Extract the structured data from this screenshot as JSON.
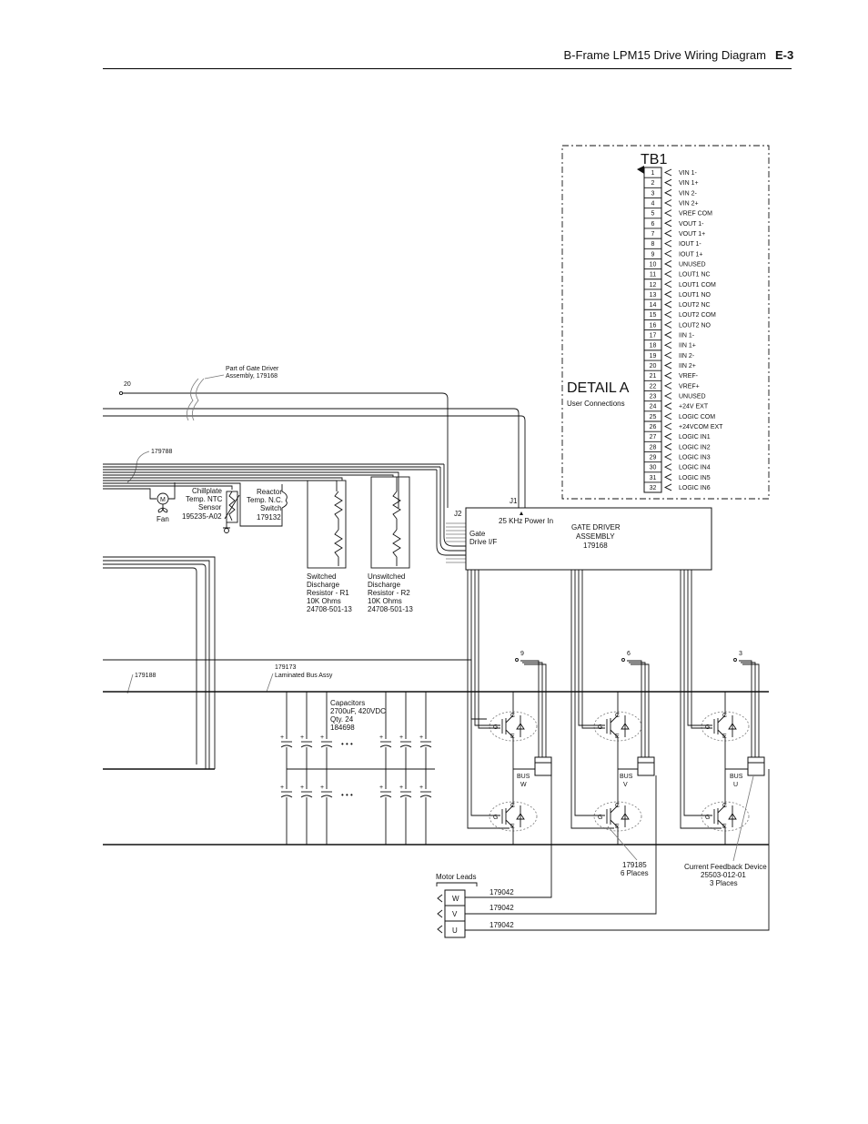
{
  "header": {
    "title": "B-Frame LPM15 Drive Wiring Diagram",
    "page": "E-3"
  },
  "detail": {
    "tb_label": "TB1",
    "title": "DETAIL A",
    "subtitle": "User Connections",
    "terminals": [
      {
        "num": "1",
        "label": "VIN 1-"
      },
      {
        "num": "2",
        "label": "VIN 1+"
      },
      {
        "num": "3",
        "label": "VIN 2-"
      },
      {
        "num": "4",
        "label": "VIN 2+"
      },
      {
        "num": "5",
        "label": "VREF COM"
      },
      {
        "num": "6",
        "label": "VOUT 1-"
      },
      {
        "num": "7",
        "label": "VOUT 1+"
      },
      {
        "num": "8",
        "label": "IOUT 1-"
      },
      {
        "num": "9",
        "label": "IOUT 1+"
      },
      {
        "num": "10",
        "label": "UNUSED"
      },
      {
        "num": "11",
        "label": "LOUT1 NC"
      },
      {
        "num": "12",
        "label": "LOUT1 COM"
      },
      {
        "num": "13",
        "label": "LOUT1 NO"
      },
      {
        "num": "14",
        "label": "LOUT2 NC"
      },
      {
        "num": "15",
        "label": "LOUT2 COM"
      },
      {
        "num": "16",
        "label": "LOUT2 NO"
      },
      {
        "num": "17",
        "label": "IIN 1-"
      },
      {
        "num": "18",
        "label": "IIN 1+"
      },
      {
        "num": "19",
        "label": "IIN 2-"
      },
      {
        "num": "20",
        "label": "IIN 2+"
      },
      {
        "num": "21",
        "label": "VREF-"
      },
      {
        "num": "22",
        "label": "VREF+"
      },
      {
        "num": "23",
        "label": "UNUSED"
      },
      {
        "num": "24",
        "label": "+24V EXT"
      },
      {
        "num": "25",
        "label": "LOGIC COM"
      },
      {
        "num": "26",
        "label": "+24VCOM EXT"
      },
      {
        "num": "27",
        "label": "LOGIC IN1"
      },
      {
        "num": "28",
        "label": "LOGIC IN2"
      },
      {
        "num": "29",
        "label": "LOGIC IN3"
      },
      {
        "num": "30",
        "label": "LOGIC IN4"
      },
      {
        "num": "31",
        "label": "LOGIC IN5"
      },
      {
        "num": "32",
        "label": "LOGIC IN6"
      }
    ]
  },
  "labels": {
    "gate_part_1": "Part of Gate Driver",
    "gate_part_2": "Assembly, 179168",
    "wire_20": "20",
    "cable_179788": "179788",
    "fan": "Fan",
    "fan_symbol": "M",
    "chillplate_1": "Chillplate",
    "chillplate_2": "Temp. NTC",
    "chillplate_3": "Sensor",
    "chillplate_4": "195235-A02",
    "reactor_1": "Reactor",
    "reactor_2": "Temp. N.C.",
    "reactor_3": "Switch",
    "reactor_4": "179132",
    "sw_res_1": "Switched",
    "sw_res_2": "Discharge",
    "sw_res_3": "Resistor - R1",
    "sw_res_4": "10K Ohms",
    "sw_res_5": "24708-501-13",
    "unsw_res_1": "Unswitched",
    "unsw_res_2": "Discharge",
    "unsw_res_3": "Resistor - R2",
    "unsw_res_4": "10K Ohms",
    "unsw_res_5": "24708-501-13",
    "j2": "J2",
    "j1": "J1",
    "power_in": "25 KHz Power In",
    "gate_if_1": "Gate",
    "gate_if_2": "Drive I/F",
    "gda_1": "GATE DRIVER",
    "gda_2": "ASSEMBLY",
    "gda_3": "179168",
    "wire_9": "9",
    "wire_6": "6",
    "wire_3": "3",
    "cable_179188": "179188",
    "bus_1": "179173",
    "bus_2": "Laminated Bus Assy",
    "caps_1": "Capacitors",
    "caps_2": "2700uF, 420VDC",
    "caps_3": "Qty. 24",
    "caps_4": "184698",
    "ellipsis": "• • •",
    "plus": "+",
    "bus_word": "BUS",
    "phase_w": "W",
    "phase_v": "V",
    "phase_u": "U",
    "igbt_c": "C",
    "igbt_g": "G",
    "igbt_e": "E",
    "igbt_part_1": "179185",
    "igbt_part_2": "6 Places",
    "cfd_1": "Current Feedback Device",
    "cfd_2": "25503-012-01",
    "cfd_3": "3 Places",
    "motor_leads": "Motor Leads",
    "lead_part": "179042"
  }
}
